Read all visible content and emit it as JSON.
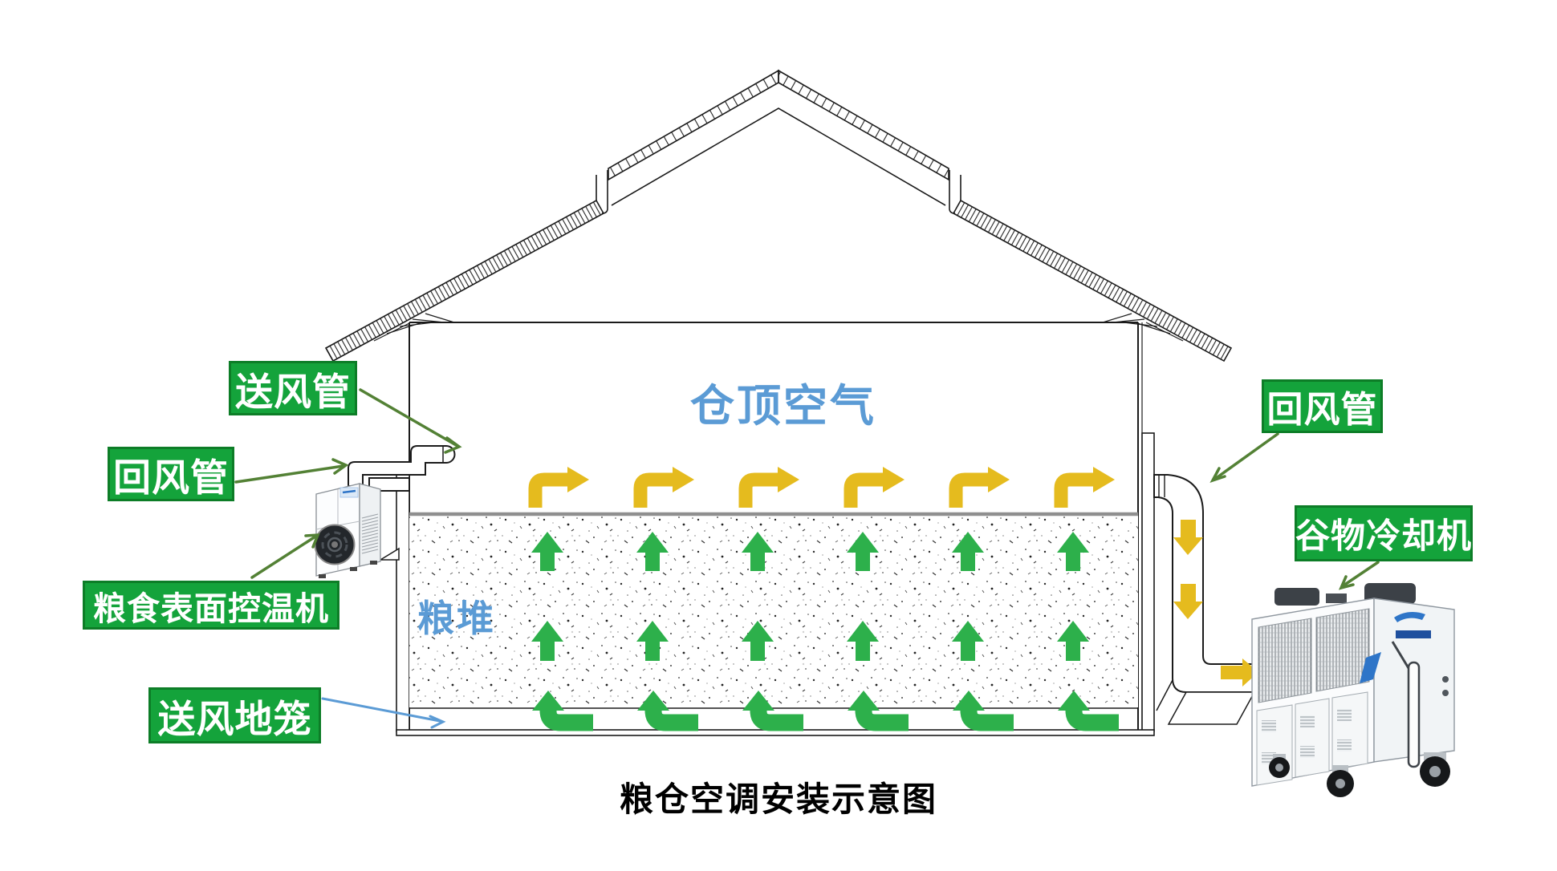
{
  "title": "粮仓空调安装示意图",
  "zones": {
    "headspace": "仓顶空气",
    "grain_pile": "粮堆"
  },
  "labels": {
    "supply_duct": "送风管",
    "return_duct_left": "回风管",
    "surface_temp_unit": "粮食表面控温机",
    "floor_air_cage": "送风地笼",
    "return_duct_right": "回风管",
    "grain_cooler": "谷物冷却机"
  },
  "colors": {
    "label_green_fill": "#14a33b",
    "label_green_border": "#0d7d27",
    "flow_green": "#2db04b",
    "flow_yellow": "#e5bb1e",
    "pointer_green": "#538135",
    "pointer_blue": "#5b9bd5",
    "zone_text_blue": "#5b9bd5",
    "line_black": "#1b1b1b"
  }
}
